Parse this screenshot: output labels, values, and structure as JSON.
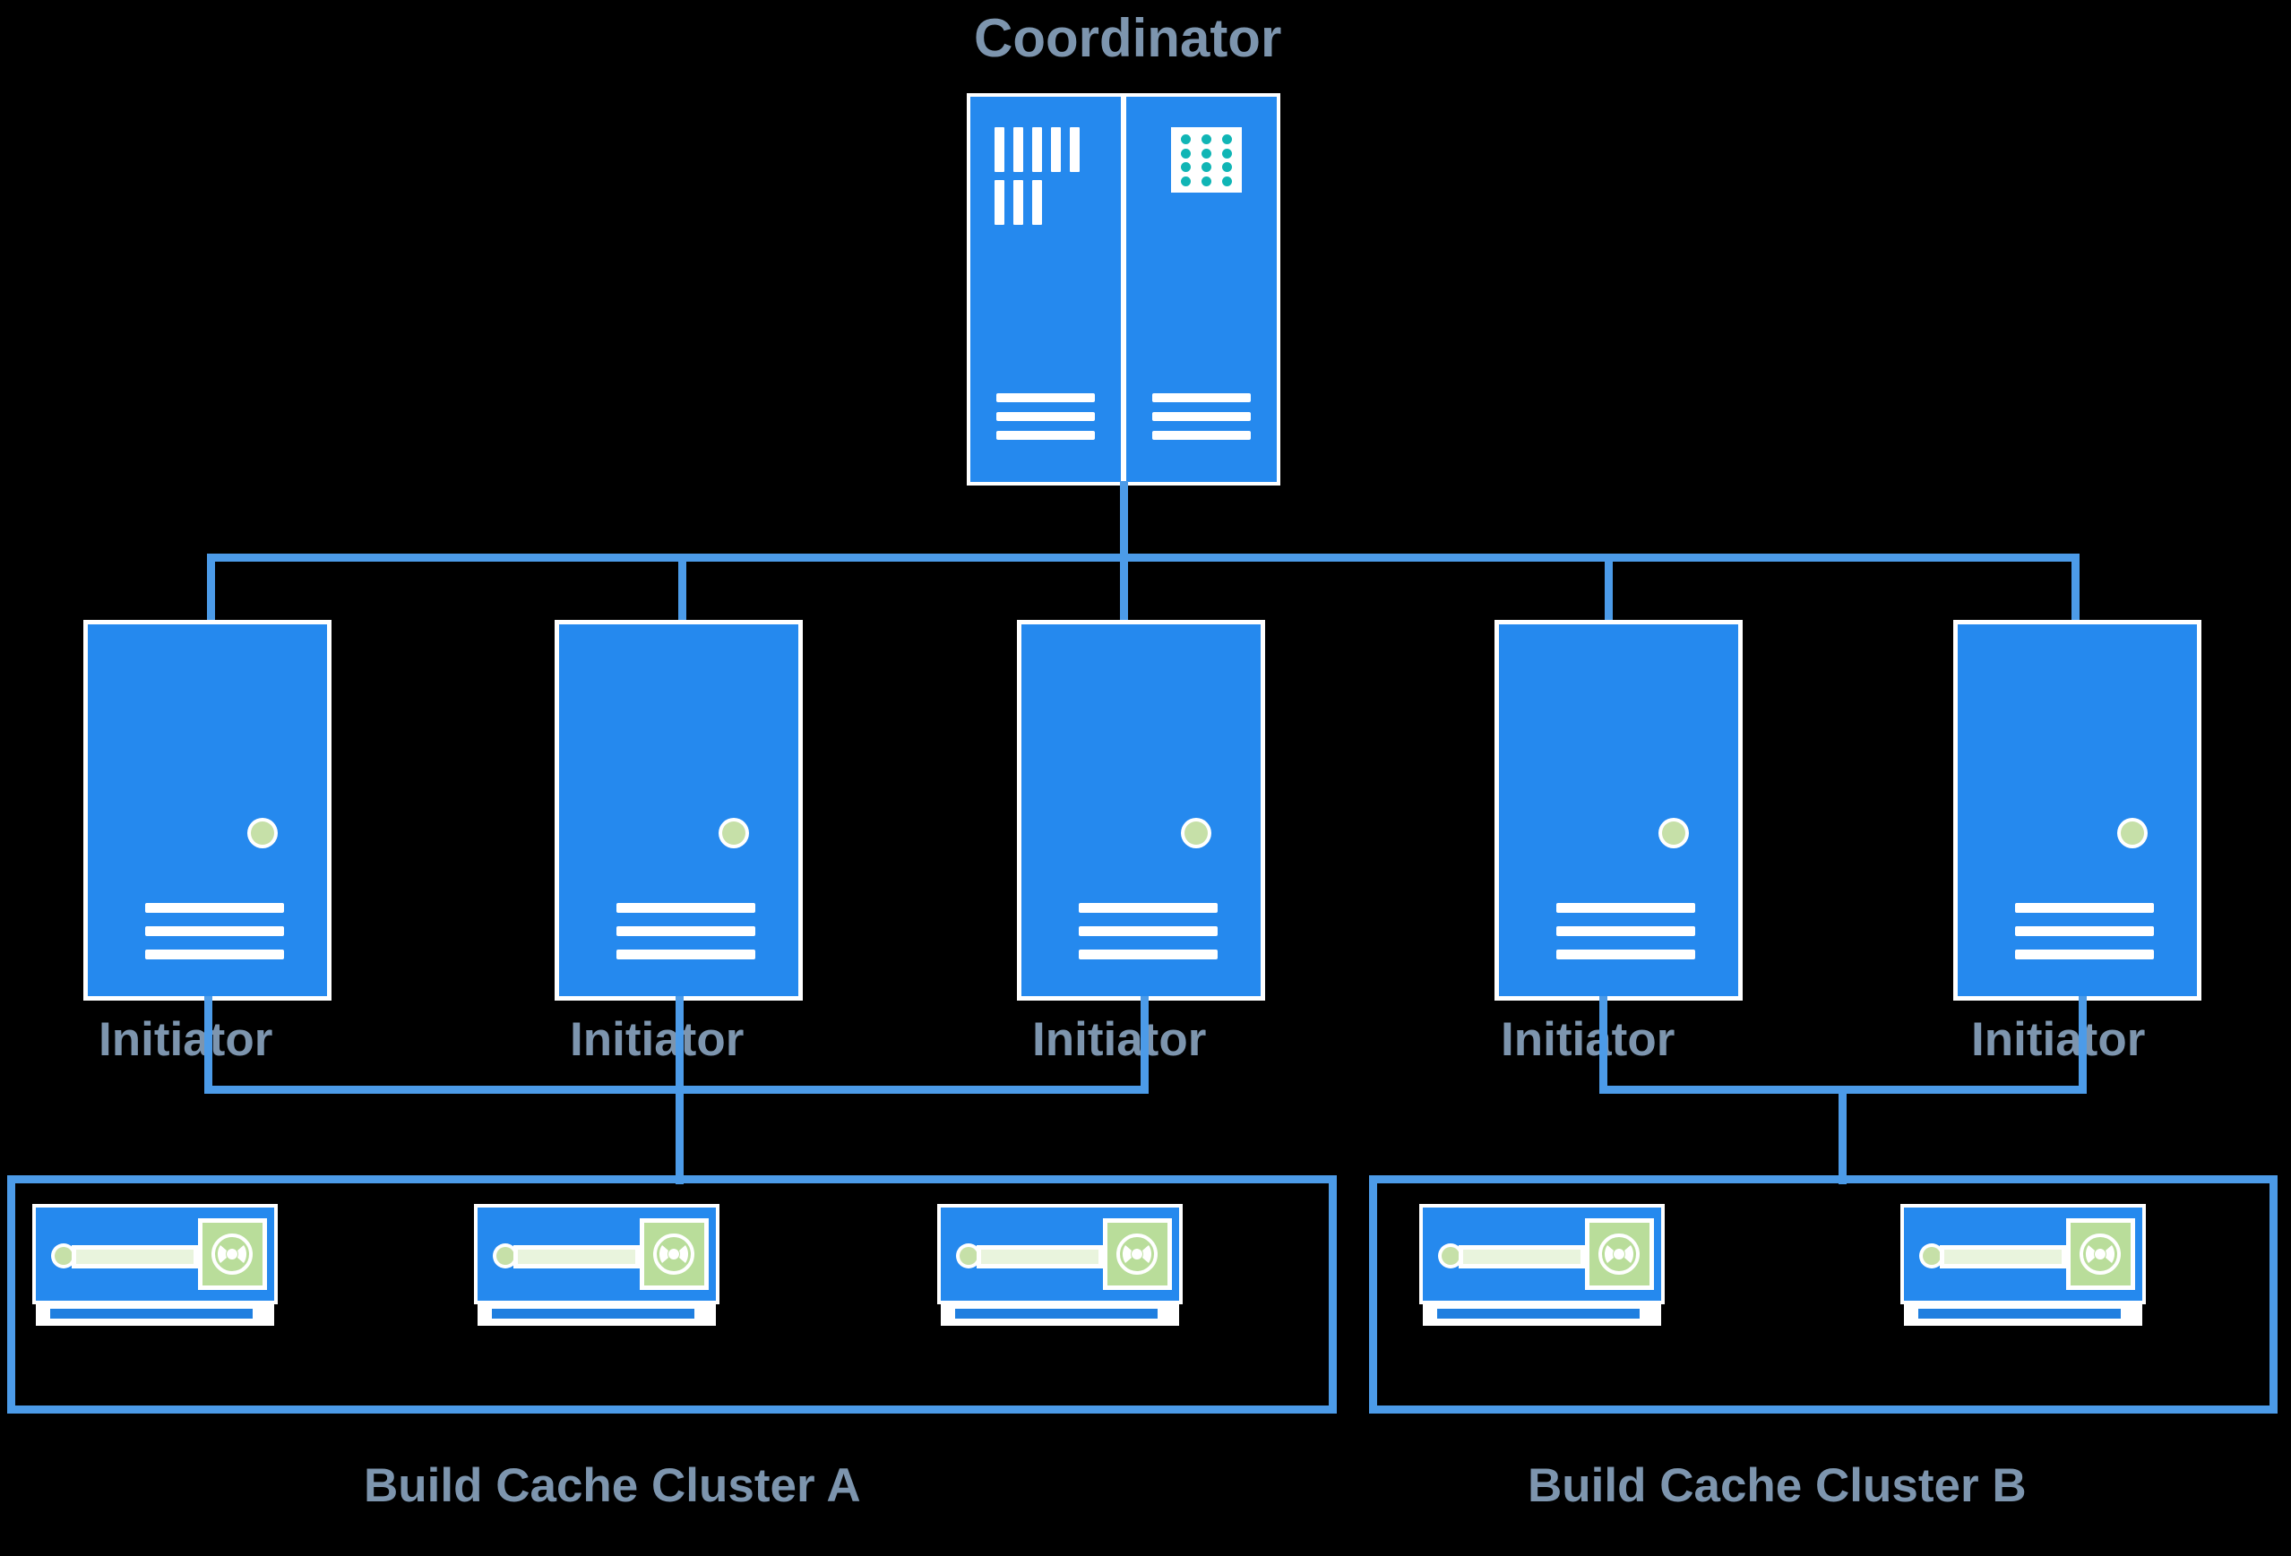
{
  "diagram": {
    "title_label": "Coordinator",
    "background_color": "#000000",
    "accent_blue": "#2589ee",
    "line_blue": "#4c9be8",
    "text_color": "#7d95ae",
    "led_green": "#c6e0a8",
    "disk_green": "#b9dd9a",
    "grid_dot_teal": "#10b5b5"
  },
  "coordinator": {
    "label": "Coordinator",
    "icon_name": "server-rack-icon",
    "panels": [
      {
        "name": "left-panel",
        "icon": "ram-bars-icon",
        "bar_count": 8,
        "status_line_count": 3
      },
      {
        "name": "right-panel",
        "icon": "cpu-grid-icon",
        "grid_rows": 4,
        "grid_cols": 3,
        "status_line_count": 3
      }
    ]
  },
  "initiators": [
    {
      "label": "Initiator",
      "id": "initiator-1",
      "status": "online"
    },
    {
      "label": "Initiator",
      "id": "initiator-2",
      "status": "online"
    },
    {
      "label": "Initiator",
      "id": "initiator-3",
      "status": "online"
    },
    {
      "label": "Initiator",
      "id": "initiator-4",
      "status": "online"
    },
    {
      "label": "Initiator",
      "id": "initiator-5",
      "status": "online"
    }
  ],
  "clusters": [
    {
      "id": "cluster-a",
      "label": "Build Cache Cluster A",
      "device_count": 3,
      "devices": [
        {
          "id": "cache-a-1",
          "icon": "disk-drive-icon",
          "status": "online"
        },
        {
          "id": "cache-a-2",
          "icon": "disk-drive-icon",
          "status": "online"
        },
        {
          "id": "cache-a-3",
          "icon": "disk-drive-icon",
          "status": "online"
        }
      ]
    },
    {
      "id": "cluster-b",
      "label": "Build Cache Cluster B",
      "device_count": 2,
      "devices": [
        {
          "id": "cache-b-1",
          "icon": "disk-drive-icon",
          "status": "online"
        },
        {
          "id": "cache-b-2",
          "icon": "disk-drive-icon",
          "status": "online"
        }
      ]
    }
  ],
  "connections": {
    "coordinator_to_initiators": "bus",
    "initiators_1_3_to_cluster_a": "bus",
    "initiators_4_5_to_cluster_b": "bus"
  }
}
